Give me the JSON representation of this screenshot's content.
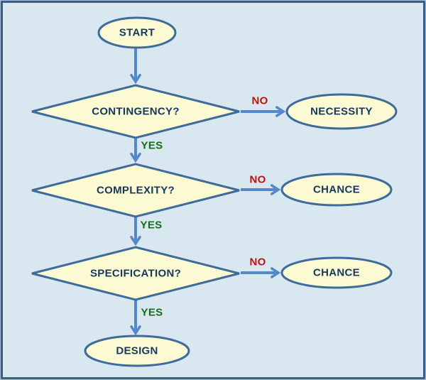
{
  "colors": {
    "background": "#D9E7F1",
    "frame_border": "#375E8C",
    "frame_outer_edge": "#A9BFD3",
    "shape_fill": "#FBFAD2",
    "shape_stroke": "#3E6B9B",
    "arrow": "#5588CB",
    "node_text": "#17375E",
    "no_color": "#BE1111",
    "yes_color": "#156E15"
  },
  "nodes": {
    "start": {
      "label": "START",
      "type": "ellipse"
    },
    "contingency": {
      "label": "CONTINGENCY?",
      "type": "diamond"
    },
    "necessity": {
      "label": "NECESSITY",
      "type": "ellipse"
    },
    "complexity": {
      "label": "COMPLEXITY?",
      "type": "diamond"
    },
    "chance1": {
      "label": "CHANCE",
      "type": "ellipse"
    },
    "specification": {
      "label": "SPECIFICATION?",
      "type": "diamond"
    },
    "chance2": {
      "label": "CHANCE",
      "type": "ellipse"
    },
    "design": {
      "label": "DESIGN",
      "type": "ellipse"
    }
  },
  "edges": [
    {
      "from": "start",
      "to": "contingency",
      "label": ""
    },
    {
      "from": "contingency",
      "to": "necessity",
      "label": "NO"
    },
    {
      "from": "contingency",
      "to": "complexity",
      "label": "YES"
    },
    {
      "from": "complexity",
      "to": "chance1",
      "label": "NO"
    },
    {
      "from": "complexity",
      "to": "specification",
      "label": "YES"
    },
    {
      "from": "specification",
      "to": "chance2",
      "label": "NO"
    },
    {
      "from": "specification",
      "to": "design",
      "label": "YES"
    }
  ]
}
